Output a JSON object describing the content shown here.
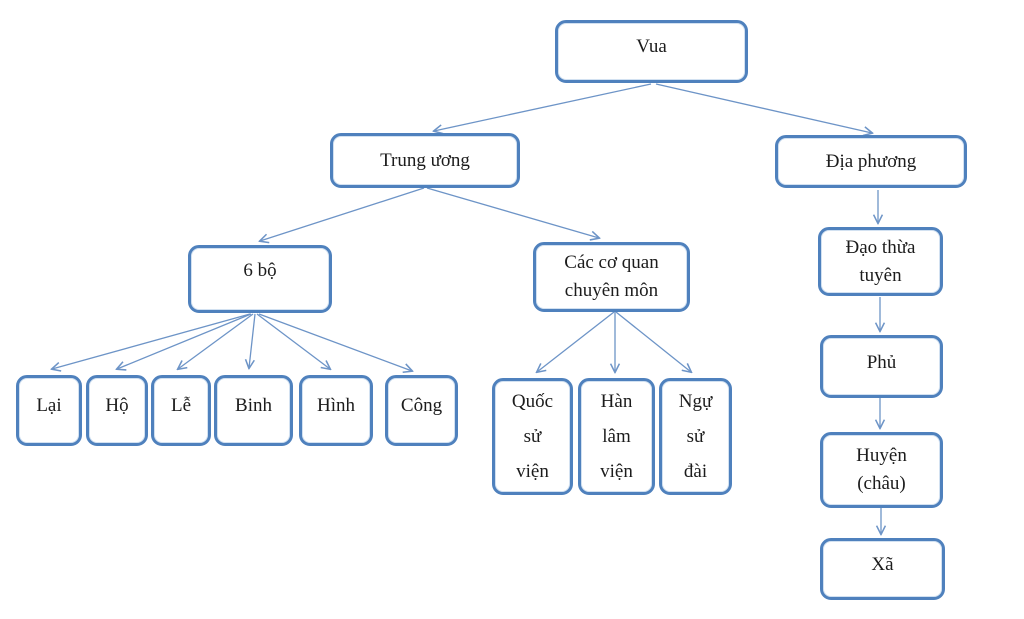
{
  "diagram": {
    "description_note": "",
    "colors": {
      "box_border": "#4f81bd",
      "arrow": "#6d94c7",
      "text": "#1c1c1c",
      "background": "#ffffff"
    },
    "nodes": {
      "vua": {
        "label": "Vua"
      },
      "trung_uong": {
        "label": "Trung ương"
      },
      "dia_phuong": {
        "label": "Địa phương"
      },
      "sau_bo": {
        "label": "6 bộ"
      },
      "cac_co_quan": {
        "label": "Các cơ quan\nchuyên môn"
      },
      "lai": {
        "label": "Lại"
      },
      "ho": {
        "label": "Hộ"
      },
      "le": {
        "label": "Lễ"
      },
      "binh": {
        "label": "Binh"
      },
      "hinh": {
        "label": "Hình"
      },
      "cong": {
        "label": "Công"
      },
      "quoc_su_vien": {
        "label": "Quốc\nsử\nviện"
      },
      "han_lam_vien": {
        "label": "Hàn\nlâm\nviện"
      },
      "ngu_su_dai": {
        "label": "Ngự\nsử\nđài"
      },
      "dao_thua_tuyen": {
        "label": "Đạo thừa\ntuyên"
      },
      "phu": {
        "label": "Phủ"
      },
      "huyen": {
        "label": "Huyện\n(châu)"
      },
      "xa": {
        "label": "Xã"
      }
    },
    "edges": [
      {
        "from": "vua",
        "to": "trung_uong"
      },
      {
        "from": "vua",
        "to": "dia_phuong"
      },
      {
        "from": "trung_uong",
        "to": "sau_bo"
      },
      {
        "from": "trung_uong",
        "to": "cac_co_quan"
      },
      {
        "from": "sau_bo",
        "to": "lai"
      },
      {
        "from": "sau_bo",
        "to": "ho"
      },
      {
        "from": "sau_bo",
        "to": "le"
      },
      {
        "from": "sau_bo",
        "to": "binh"
      },
      {
        "from": "sau_bo",
        "to": "hinh"
      },
      {
        "from": "sau_bo",
        "to": "cong"
      },
      {
        "from": "cac_co_quan",
        "to": "quoc_su_vien"
      },
      {
        "from": "cac_co_quan",
        "to": "han_lam_vien"
      },
      {
        "from": "cac_co_quan",
        "to": "ngu_su_dai"
      },
      {
        "from": "dia_phuong",
        "to": "dao_thua_tuyen"
      },
      {
        "from": "dao_thua_tuyen",
        "to": "phu"
      },
      {
        "from": "phu",
        "to": "huyen"
      },
      {
        "from": "huyen",
        "to": "xa"
      }
    ]
  }
}
